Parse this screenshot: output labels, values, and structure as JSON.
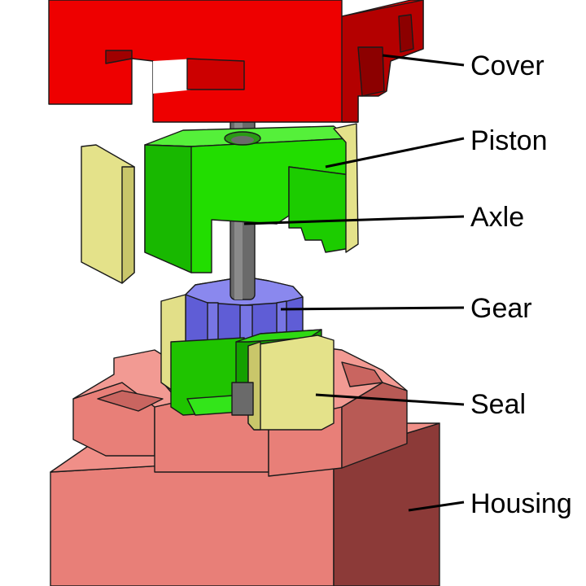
{
  "labels": {
    "cover": "Cover",
    "piston": "Piston",
    "axle": "Axle",
    "gear": "Gear",
    "seal": "Seal",
    "housing": "Housing"
  },
  "colors": {
    "cover": "#ee0000",
    "piston": "#22dd00",
    "axle": "#6e6e6e",
    "gear": "#7a78e6",
    "seal": "#e4e28a",
    "housing": "#e67a72"
  }
}
